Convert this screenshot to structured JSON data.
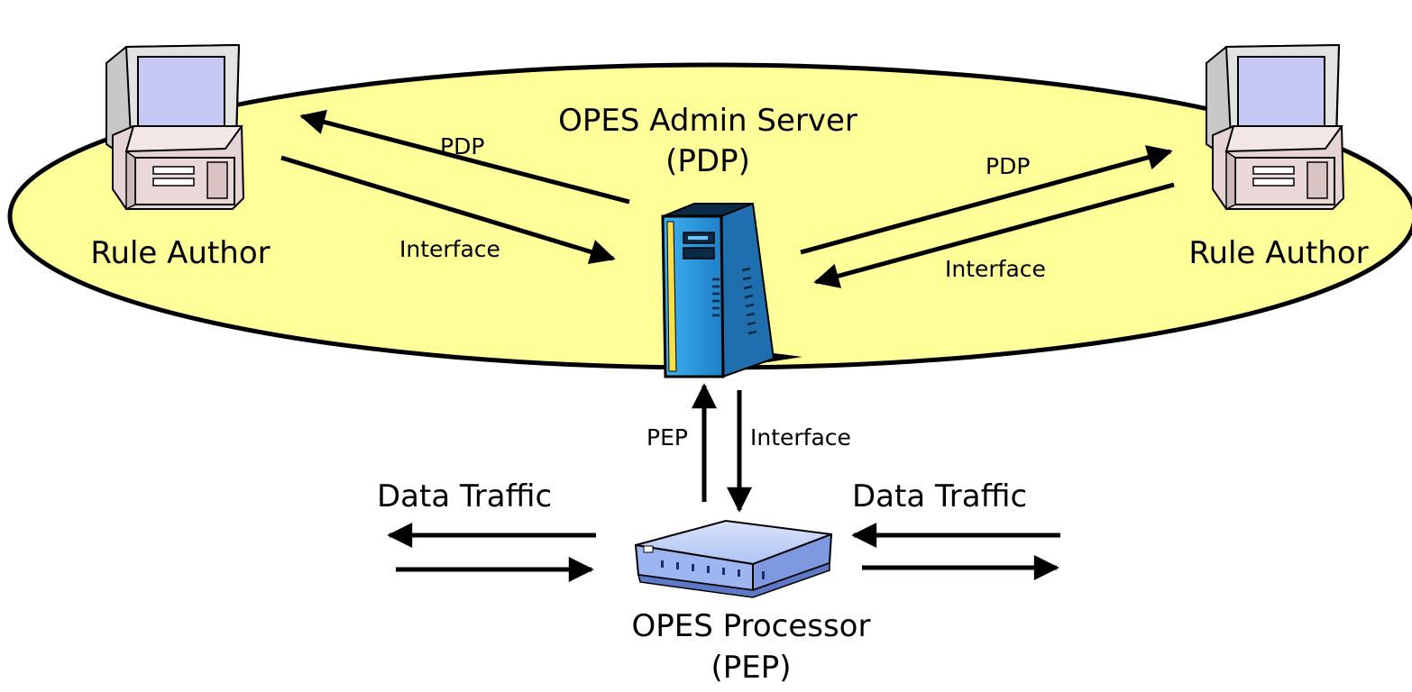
{
  "domain_area": {
    "title_line1": "OPES Admin Server",
    "title_line2": "(PDP)",
    "fill_color": "#FFFF99",
    "stroke_color": "#000000"
  },
  "left_author": {
    "label": "Rule Author",
    "arrow_out_label": "PDP",
    "arrow_in_label": "Interface",
    "icon": "desktop-computer-icon"
  },
  "right_author": {
    "label": "Rule Author",
    "arrow_out_label": "PDP",
    "arrow_in_label": "Interface",
    "icon": "desktop-computer-icon"
  },
  "server": {
    "icon": "tower-server-icon",
    "accent_color": "#2F9BE0"
  },
  "link_server_processor": {
    "up_label": "PEP",
    "down_label": "Interface"
  },
  "processor": {
    "title_line1": "OPES Processor",
    "title_line2": "(PEP)",
    "icon": "network-router-icon",
    "body_color": "#9DB6F2"
  },
  "traffic_left": {
    "label": "Data Traffic"
  },
  "traffic_right": {
    "label": "Data Traffic"
  }
}
